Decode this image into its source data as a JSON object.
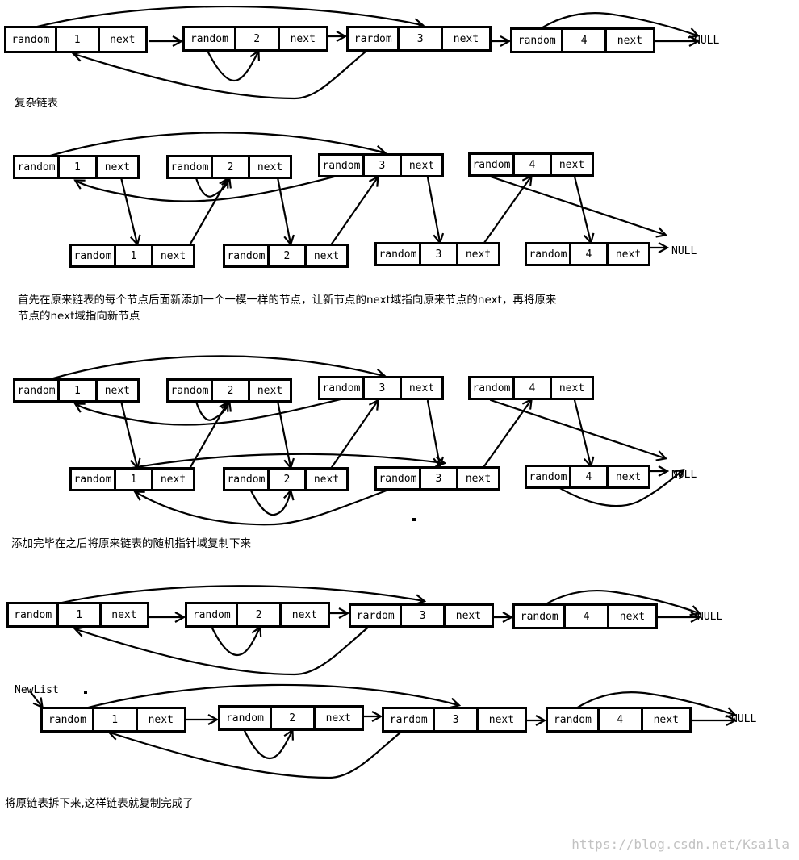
{
  "fields": {
    "random": "random",
    "next": "next",
    "random_alt": "rardom"
  },
  "null_label": "NULL",
  "head_label": "NewList",
  "captions": [
    "复杂链表",
    "首先在原来链表的每个节点后面新添加一个一模一样的节点，让新节点的next域指向原来节点的next，再将原来",
    "节点的next域指向新节点",
    "添加完毕在之后将原来链表的随机指针域复制下来",
    "将原链表拆下来,这样链表就复制完成了"
  ],
  "nodes": [
    {
      "v": "1"
    },
    {
      "v": "2"
    },
    {
      "v": "3",
      "alt": true
    },
    {
      "v": "4"
    },
    {
      "v": "1"
    },
    {
      "v": "2"
    },
    {
      "v": "3"
    },
    {
      "v": "4"
    },
    {
      "v": "1"
    },
    {
      "v": "2"
    },
    {
      "v": "3"
    },
    {
      "v": "4"
    },
    {
      "v": "1"
    },
    {
      "v": "2"
    },
    {
      "v": "3"
    },
    {
      "v": "4"
    },
    {
      "v": "1"
    },
    {
      "v": "2"
    },
    {
      "v": "3"
    },
    {
      "v": "4"
    },
    {
      "v": "1"
    },
    {
      "v": "2"
    },
    {
      "v": "3",
      "alt": true
    },
    {
      "v": "4"
    },
    {
      "v": "1"
    },
    {
      "v": "2"
    },
    {
      "v": "3",
      "alt": true
    },
    {
      "v": "4"
    }
  ],
  "watermark": "https://blog.csdn.net/Ksaila",
  "stroke_color": "#000000",
  "watermark_color": "#c2c2c2"
}
